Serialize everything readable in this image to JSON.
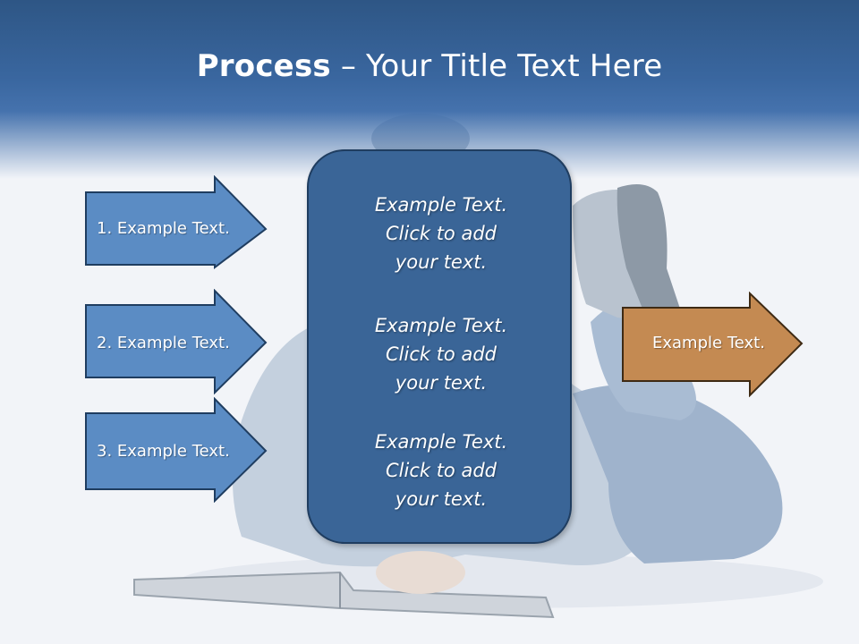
{
  "slide": {
    "title_bold": "Process",
    "title_rest": " – Your Title Text Here"
  },
  "left_arrows": [
    {
      "label": "1. Example Text."
    },
    {
      "label": "2. Example Text."
    },
    {
      "label": "3. Example Text."
    }
  ],
  "center_box": {
    "blocks": [
      {
        "line1": "Example Text.",
        "line2": "Click  to add",
        "line3": "your text."
      },
      {
        "line1": "Example Text.",
        "line2": "Click  to add",
        "line3": "your text."
      },
      {
        "line1": "Example Text.",
        "line2": "Click  to add",
        "line3": "your text."
      }
    ]
  },
  "right_arrow": {
    "label": "Example Text."
  },
  "colors": {
    "header_blue": "#3a67a0",
    "arrow_blue": "#5b8cc4",
    "box_blue": "#3a6597",
    "arrow_orange": "#c48a52"
  },
  "background_image": "child-lying-reading-book-photo"
}
